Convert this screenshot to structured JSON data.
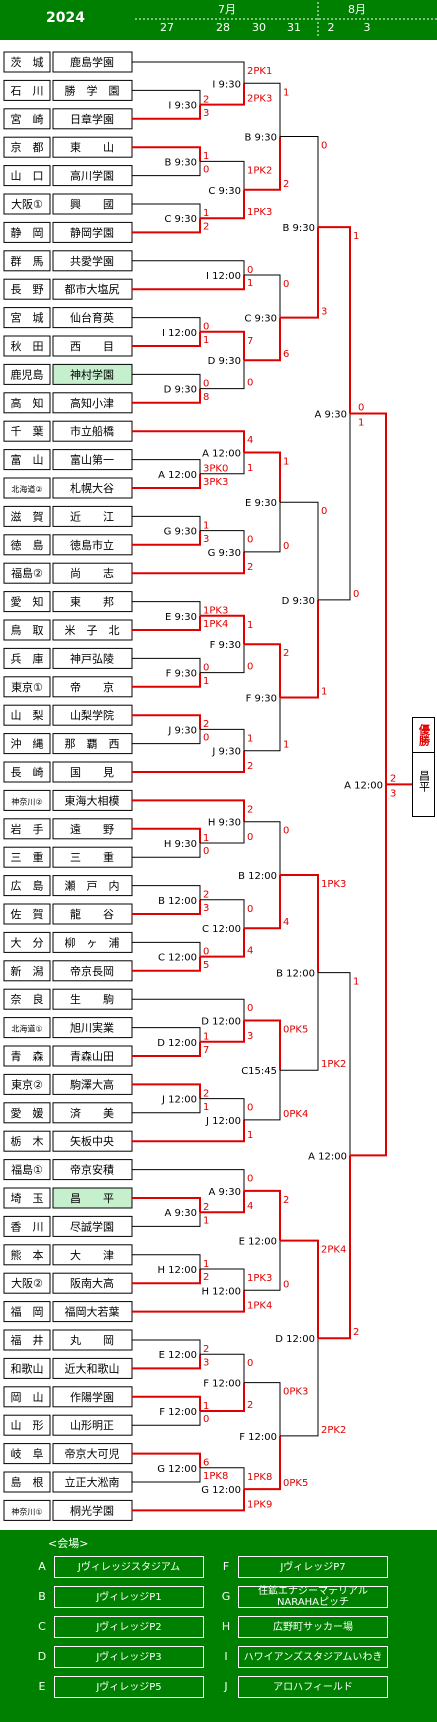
{
  "header": {
    "year": "2024",
    "months": [
      "7月",
      "8月"
    ],
    "days": [
      "27",
      "28",
      "30",
      "31",
      "2",
      "3"
    ]
  },
  "teams": [
    {
      "pref": "茨　城",
      "school": "鹿島学園",
      "hl": false
    },
    {
      "pref": "石　川",
      "school": "勝　学　園",
      "hl": false
    },
    {
      "pref": "宮　崎",
      "school": "日章学園",
      "hl": false
    },
    {
      "pref": "京　都",
      "school": "東　　山",
      "hl": false
    },
    {
      "pref": "山　口",
      "school": "高川学園",
      "hl": false
    },
    {
      "pref": "大阪①",
      "school": "興　　國",
      "hl": false
    },
    {
      "pref": "静　岡",
      "school": "静岡学園",
      "hl": false
    },
    {
      "pref": "群　馬",
      "school": "共愛学園",
      "hl": false
    },
    {
      "pref": "長　野",
      "school": "都市大塩尻",
      "hl": false
    },
    {
      "pref": "宮　城",
      "school": "仙台育英",
      "hl": false
    },
    {
      "pref": "秋　田",
      "school": "西　　目",
      "hl": false
    },
    {
      "pref": "鹿児島",
      "school": "神村学園",
      "hl": true
    },
    {
      "pref": "高　知",
      "school": "高知小津",
      "hl": false
    },
    {
      "pref": "千　葉",
      "school": "市立船橋",
      "hl": false
    },
    {
      "pref": "富　山",
      "school": "富山第一",
      "hl": false
    },
    {
      "pref": "北海道②",
      "school": "札幌大谷",
      "hl": false
    },
    {
      "pref": "滋　賀",
      "school": "近　　江",
      "hl": false
    },
    {
      "pref": "徳　島",
      "school": "徳島市立",
      "hl": false
    },
    {
      "pref": "福島②",
      "school": "尚　　志",
      "hl": false
    },
    {
      "pref": "愛　知",
      "school": "東　　邦",
      "hl": false
    },
    {
      "pref": "鳥　取",
      "school": "米　子　北",
      "hl": false
    },
    {
      "pref": "兵　庫",
      "school": "神戸弘陵",
      "hl": false
    },
    {
      "pref": "東京①",
      "school": "帝　　京",
      "hl": false
    },
    {
      "pref": "山　梨",
      "school": "山梨学院",
      "hl": false
    },
    {
      "pref": "沖　縄",
      "school": "那　覇　西",
      "hl": false
    },
    {
      "pref": "長　崎",
      "school": "国　　見",
      "hl": false
    },
    {
      "pref": "神奈川②",
      "school": "東海大相模",
      "hl": false
    },
    {
      "pref": "岩　手",
      "school": "遠　　野",
      "hl": false
    },
    {
      "pref": "三　重",
      "school": "三　　重",
      "hl": false
    },
    {
      "pref": "広　島",
      "school": "瀬　戸　内",
      "hl": false
    },
    {
      "pref": "佐　賀",
      "school": "龍　　谷",
      "hl": false
    },
    {
      "pref": "大　分",
      "school": "柳　ヶ　浦",
      "hl": false
    },
    {
      "pref": "新　潟",
      "school": "帝京長岡",
      "hl": false
    },
    {
      "pref": "奈　良",
      "school": "生　　駒",
      "hl": false
    },
    {
      "pref": "北海道①",
      "school": "旭川実業",
      "hl": false
    },
    {
      "pref": "青　森",
      "school": "青森山田",
      "hl": false
    },
    {
      "pref": "東京②",
      "school": "駒澤大高",
      "hl": false
    },
    {
      "pref": "愛　媛",
      "school": "済　　美",
      "hl": false
    },
    {
      "pref": "栃　木",
      "school": "矢板中央",
      "hl": false
    },
    {
      "pref": "福島①",
      "school": "帝京安積",
      "hl": false
    },
    {
      "pref": "埼　玉",
      "school": "昌　　平",
      "hl": true
    },
    {
      "pref": "香　川",
      "school": "尽誠学園",
      "hl": false
    },
    {
      "pref": "熊　本",
      "school": "大　　津",
      "hl": false
    },
    {
      "pref": "大阪②",
      "school": "阪南大高",
      "hl": false
    },
    {
      "pref": "福　岡",
      "school": "福岡大若葉",
      "hl": false
    },
    {
      "pref": "福　井",
      "school": "丸　　岡",
      "hl": false
    },
    {
      "pref": "和歌山",
      "school": "近大和歌山",
      "hl": false
    },
    {
      "pref": "岡　山",
      "school": "作陽学園",
      "hl": false
    },
    {
      "pref": "山　形",
      "school": "山形明正",
      "hl": false
    },
    {
      "pref": "岐　阜",
      "school": "帝京大可児",
      "hl": false
    },
    {
      "pref": "島　根",
      "school": "立正大淞南",
      "hl": false
    },
    {
      "pref": "神奈川①",
      "school": "桐光学園",
      "hl": false
    }
  ],
  "matches": [
    {
      "id": "r1-1",
      "label": "I 9:30",
      "s1": "2",
      "s2": "3"
    },
    {
      "id": "r1-2",
      "label": "I 9:30",
      "s1": "2PK1",
      "s2": "2PK3"
    },
    {
      "id": "r1-3",
      "label": "B 9:30",
      "s1": "1",
      "s2": "0"
    },
    {
      "id": "r1-4",
      "label": "C 9:30",
      "s1": "1",
      "s2": "2"
    },
    {
      "id": "r1-5",
      "label": "I 12:00",
      "s1": "0",
      "s2": "1"
    },
    {
      "id": "r1-6",
      "label": "I 12:00",
      "s1": "0",
      "s2": "1"
    },
    {
      "id": "r1-7",
      "label": "D 9:30",
      "s1": "0",
      "s2": "8"
    },
    {
      "id": "r1-8",
      "label": "A 12:00",
      "s1": "3PK0",
      "s2": "3PK3"
    },
    {
      "id": "r1-9",
      "label": "G 9:30",
      "s1": "1",
      "s2": "3"
    },
    {
      "id": "r1-10",
      "label": "E 9:30",
      "s1": "1PK3",
      "s2": "1PK4"
    },
    {
      "id": "r1-11",
      "label": "F 9:30",
      "s1": "0",
      "s2": "1"
    },
    {
      "id": "r1-12",
      "label": "J 9:30",
      "s1": "2",
      "s2": "0"
    },
    {
      "id": "r1-13",
      "label": "H 9:30",
      "s1": "1",
      "s2": "0"
    },
    {
      "id": "r1-14",
      "label": "B 12:00",
      "s1": "2",
      "s2": "3"
    },
    {
      "id": "r1-15",
      "label": "C 12:00",
      "s1": "0",
      "s2": "5"
    },
    {
      "id": "r1-16",
      "label": "D 12:00",
      "s1": "1",
      "s2": "7"
    },
    {
      "id": "r1-17",
      "label": "J 12:00",
      "s1": "2",
      "s2": "1"
    },
    {
      "id": "r1-18",
      "label": "A 9:30",
      "s1": "2",
      "s2": "1"
    },
    {
      "id": "r1-19",
      "label": "H 12:00",
      "s1": "1",
      "s2": "2"
    },
    {
      "id": "r1-20",
      "label": "E 12:00",
      "s1": "2",
      "s2": "3"
    },
    {
      "id": "r1-21",
      "label": "F 12:00",
      "s1": "1",
      "s2": "0"
    },
    {
      "id": "r1-22",
      "label": "G 12:00",
      "s1": "6",
      "s2": "1PK8"
    },
    {
      "id": "r2-1",
      "label": "I 9:30",
      "s1": "2",
      "s2": "2PK3"
    },
    {
      "id": "r2-2",
      "label": "B 9:30",
      "s1": "1",
      "s2": "2"
    },
    {
      "id": "r2-3",
      "label": "C 9:30",
      "s1": "1PK2",
      "s2": "1PK3"
    },
    {
      "id": "r2-4",
      "label": "I 12:00",
      "s1": "0",
      "s2": "1"
    },
    {
      "id": "r2-5",
      "label": "C 9:30",
      "s1": "0",
      "s2": "6"
    },
    {
      "id": "r2-6",
      "label": "D 9:30",
      "s1": "7",
      "s2": "0"
    },
    {
      "id": "r2-7",
      "label": "A 12:00",
      "s1": "4",
      "s2": "1"
    },
    {
      "id": "r2-8",
      "label": "G 9:30",
      "s1": "0",
      "s2": "2"
    },
    {
      "id": "r2-9",
      "label": "F 9:30",
      "s1": "1",
      "s2": "0"
    },
    {
      "id": "r2-10",
      "label": "J 9:30",
      "s1": "1",
      "s2": "2"
    },
    {
      "id": "r2-11",
      "label": "H 9:30",
      "s1": "2",
      "s2": "0"
    },
    {
      "id": "r2-12",
      "label": "C 12:00",
      "s1": "0",
      "s2": "4"
    },
    {
      "id": "r2-13",
      "label": "D 12:00",
      "s1": "0",
      "s2": "3"
    },
    {
      "id": "r2-14",
      "label": "J 12:00",
      "s1": "0",
      "s2": "1"
    },
    {
      "id": "r2-15",
      "label": "A 9:30",
      "s1": "0",
      "s2": "4"
    },
    {
      "id": "r2-16",
      "label": "H 12:00",
      "s1": "1PK3",
      "s2": "1PK4"
    },
    {
      "id": "r2-17",
      "label": "F 12:00",
      "s1": "0",
      "s2": "2"
    },
    {
      "id": "r2-18",
      "label": "G 12:00",
      "s1": "1PK8",
      "s2": "1PK9"
    },
    {
      "id": "r3-1",
      "label": "B 9:30",
      "s1": "0",
      "s2": "3"
    },
    {
      "id": "r3-2",
      "label": "E 9:30",
      "s1": "1",
      "s2": "0"
    },
    {
      "id": "r3-3",
      "label": "D 9:30",
      "s1": "0",
      "s2": "1"
    },
    {
      "id": "r3-4",
      "label": "F 9:30",
      "s1": "2",
      "s2": "1"
    },
    {
      "id": "r3-5",
      "label": "B 12:00",
      "s1": "0",
      "s2": "4"
    },
    {
      "id": "r3-6",
      "label": "C15:45",
      "s1": "0PK5",
      "s2": "0PK4"
    },
    {
      "id": "r3-7",
      "label": "E 12:00",
      "s1": "2",
      "s2": "0"
    },
    {
      "id": "r3-8",
      "label": "F 12:00",
      "s1": "0PK3",
      "s2": "0PK5"
    },
    {
      "id": "qf-1",
      "label": "A 9:30",
      "s1": "1",
      "s2": "0"
    },
    {
      "id": "qf-2",
      "label": "D 9:30",
      "s1": "0",
      "s2": "1"
    },
    {
      "id": "qf-3",
      "label": "B 12:00",
      "s1": "1PK3",
      "s2": "1PK2"
    },
    {
      "id": "qf-4",
      "label": "D 12:00",
      "s1": "2PK4",
      "s2": "2PK2"
    },
    {
      "id": "sf-1",
      "label": "A 9:30",
      "s1": "1",
      "s2": "0"
    },
    {
      "id": "sf-2",
      "label": "A 12:00",
      "s1": "1",
      "s2": "2"
    },
    {
      "id": "final",
      "label": "A 12:00",
      "s1": "2",
      "s2": "3"
    }
  ],
  "champion": {
    "label": "優勝",
    "team": "昌平"
  },
  "venues": {
    "title": "<会場>",
    "items": [
      {
        "letter": "A",
        "name": "Jヴィレッジスタジアム"
      },
      {
        "letter": "B",
        "name": "JヴィレッジP1"
      },
      {
        "letter": "C",
        "name": "JヴィレッジP2"
      },
      {
        "letter": "D",
        "name": "JヴィレッジP3"
      },
      {
        "letter": "E",
        "name": "JヴィレッジP5"
      },
      {
        "letter": "F",
        "name": "JヴィレッジP7"
      },
      {
        "letter": "G",
        "name": "住鉱エナジーマテリアル NARAHAピッチ"
      },
      {
        "letter": "H",
        "name": "広野町サッカー場"
      },
      {
        "letter": "I",
        "name": "ハワイアンズスタジアムいわき"
      },
      {
        "letter": "J",
        "name": "アロハフィールド"
      }
    ]
  },
  "colors": {
    "header_bg": "#008000",
    "win": "#e00000",
    "lose": "#000000",
    "highlight": "#c6efce"
  }
}
